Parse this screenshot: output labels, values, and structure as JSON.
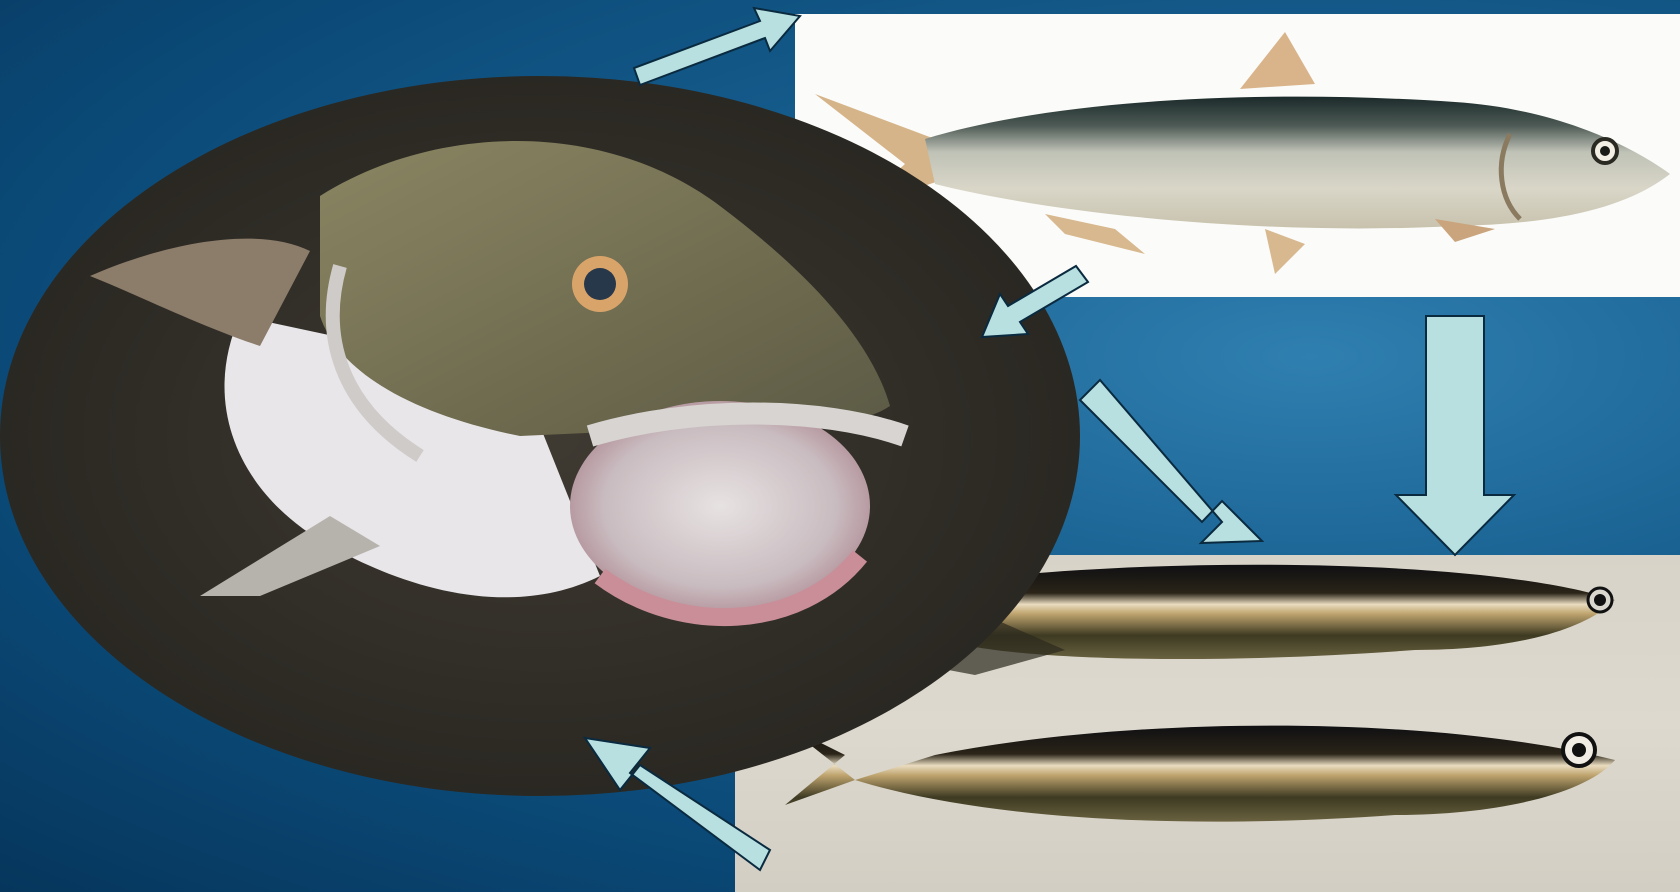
{
  "diagram": {
    "type": "food-web",
    "background_color": "#0b4a78",
    "arrow_fill": "#b8e0e0",
    "arrow_stroke": "#0a2a40",
    "nodes": [
      {
        "id": "cod",
        "image": "cod-photo"
      },
      {
        "id": "herring",
        "image": "herring-illustration"
      },
      {
        "id": "capelin",
        "image": "capelin-photo"
      }
    ],
    "edges": [
      {
        "from": "cod",
        "to": "herring"
      },
      {
        "from": "herring",
        "to": "cod"
      },
      {
        "from": "herring",
        "to": "capelin"
      },
      {
        "from": "cod",
        "to": "capelin"
      },
      {
        "from": "capelin",
        "to": "cod"
      }
    ]
  }
}
